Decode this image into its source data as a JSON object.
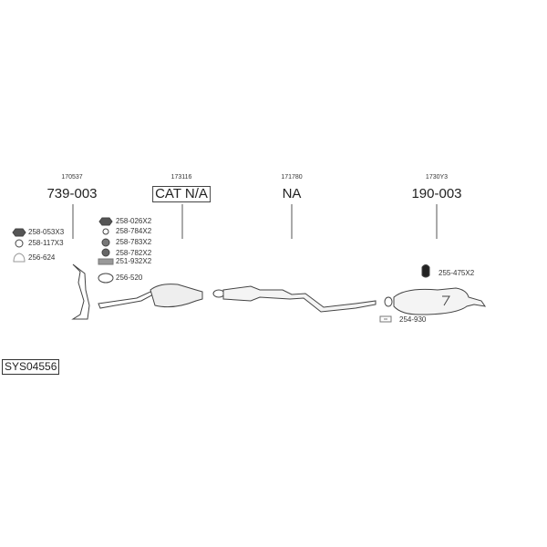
{
  "groups": [
    {
      "code": "170537",
      "part": "739-003"
    },
    {
      "code": "173116",
      "part": "CAT N/A"
    },
    {
      "code": "171780",
      "part": "NA"
    },
    {
      "code": "1730Y3",
      "part": "190-003"
    }
  ],
  "left_parts": [
    "258-053X3",
    "258-117X3",
    "256-624"
  ],
  "middle_parts": [
    "258-026X2",
    "258-784X2",
    "258-783X2",
    "258-782X2",
    "251-932X2",
    "256-520"
  ],
  "right_parts": [
    "255-475X2",
    "254-930"
  ],
  "system_id": "SYS04556"
}
